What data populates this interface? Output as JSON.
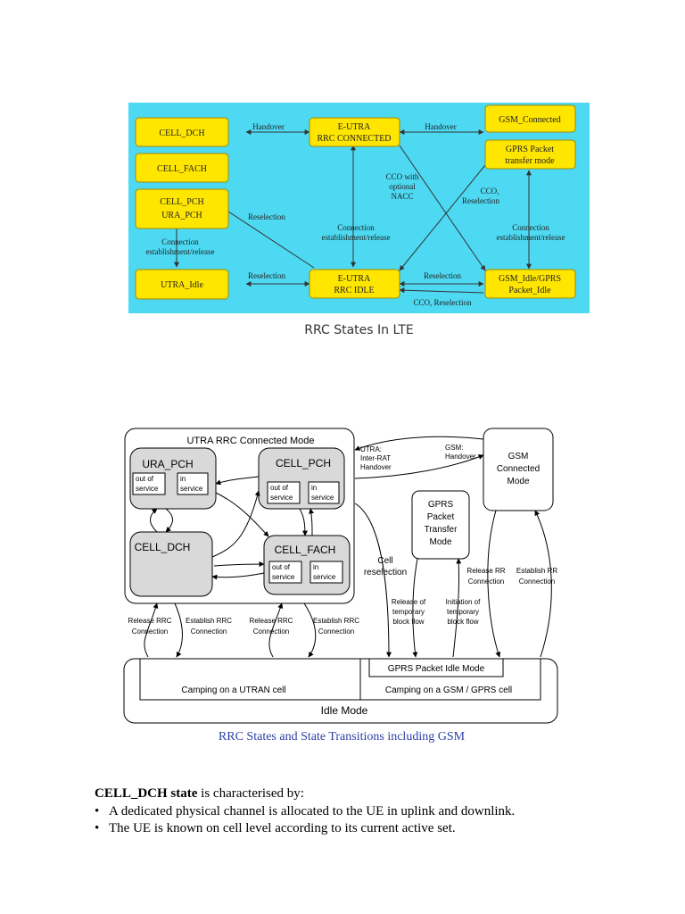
{
  "figure1": {
    "caption": "RRC States In LTE",
    "colors": {
      "background": "#4dd9f2",
      "state_fill": "#ffe600",
      "state_border": "#a08a00",
      "arrow": "#333333"
    },
    "states": {
      "cell_dch": "CELL_DCH",
      "cell_fach": "CELL_FACH",
      "cell_pch": "CELL_PCH",
      "ura_pch": "URA_PCH",
      "utra_idle": "UTRA_Idle",
      "eutra_connected_1": "E-UTRA",
      "eutra_connected_2": "RRC CONNECTED",
      "eutra_idle_1": "E-UTRA",
      "eutra_idle_2": "RRC IDLE",
      "gsm_connected": "GSM_Connected",
      "gprs_packet_1": "GPRS Packet",
      "gprs_packet_2": "transfer mode",
      "gsm_idle_1": "GSM_Idle/GPRS",
      "gsm_idle_2": "Packet_Idle"
    },
    "labels": {
      "handover_left": "Handover",
      "handover_right": "Handover",
      "cco_nacc_1": "CCO with",
      "cco_nacc_2": "optional",
      "cco_nacc_3": "NACC",
      "cco_resel_1": "CCO,",
      "cco_resel_2": "Reselection",
      "reselection_upper": "Reselection",
      "conn_left_1": "Connection",
      "conn_left_2": "establishment/release",
      "conn_mid_1": "Connection",
      "conn_mid_2": "establishment/release",
      "conn_right_1": "Connection",
      "conn_right_2": "establishment/release",
      "reselection_lower_left": "Reselection",
      "reselection_lower_right": "Reselection",
      "cco_reselection_bottom": "CCO, Reselection"
    }
  },
  "figure2": {
    "caption": "RRC States and State Transitions including GSM",
    "colors": {
      "state_fill": "#d9d9d9",
      "line": "#000000",
      "caption": "#2b3fa5"
    },
    "connected_mode_title": "UTRA RRC Connected Mode",
    "ura_pch": {
      "title": "URA_PCH",
      "out_1": "out of",
      "out_2": "service",
      "in_1": "in",
      "in_2": "service"
    },
    "cell_pch": {
      "title": "CELL_PCH",
      "out_1": "out of",
      "out_2": "service",
      "in_1": "in",
      "in_2": "service"
    },
    "cell_dch": {
      "title": "CELL_DCH"
    },
    "cell_fach": {
      "title": "CELL_FACH",
      "out_1": "out of",
      "out_2": "service",
      "in_1": "in",
      "in_2": "service"
    },
    "gsm_connected": {
      "l1": "GSM",
      "l2": "Connected",
      "l3": "Mode"
    },
    "gprs_transfer": {
      "l1": "GPRS",
      "l2": "Packet",
      "l3": "Transfer",
      "l4": "Mode"
    },
    "utra_handover": {
      "l1": "UTRA:",
      "l2": "Inter-RAT",
      "l3": "Handover"
    },
    "gsm_handover": {
      "l1": "GSM:",
      "l2": "Handover"
    },
    "cell_reselection": {
      "l1": "Cell",
      "l2": "reselection"
    },
    "release_tbf": {
      "l1": "Release of",
      "l2": "temporary",
      "l3": "block flow"
    },
    "initiation_tbf": {
      "l1": "Initiation of",
      "l2": "temporary",
      "l3": "block flow"
    },
    "release_rr": {
      "l1": "Release RR",
      "l2": "Connection"
    },
    "establish_rr": {
      "l1": "Establish RR",
      "l2": "Connection"
    },
    "release_rrc_1": {
      "l1": "Release RRC",
      "l2": "Connection"
    },
    "establish_rrc_1": {
      "l1": "Establish RRC",
      "l2": "Connection"
    },
    "release_rrc_2": {
      "l1": "Release RRC",
      "l2": "Connection"
    },
    "establish_rrc_2": {
      "l1": "Establish RRC",
      "l2": "Connection"
    },
    "gprs_idle": "GPRS Packet Idle Mode",
    "camping_utran": "Camping on a UTRAN cell",
    "camping_gsm": "Camping on a GSM / GPRS cell",
    "idle_mode": "Idle Mode"
  },
  "text": {
    "heading_bold": "CELL_DCH state",
    "heading_rest": " is characterised by:",
    "bullet_symbol": "•",
    "bullets": [
      "A dedicated physical channel is allocated to the UE in uplink and downlink.",
      "The UE is known on cell level according to its current active set."
    ]
  }
}
